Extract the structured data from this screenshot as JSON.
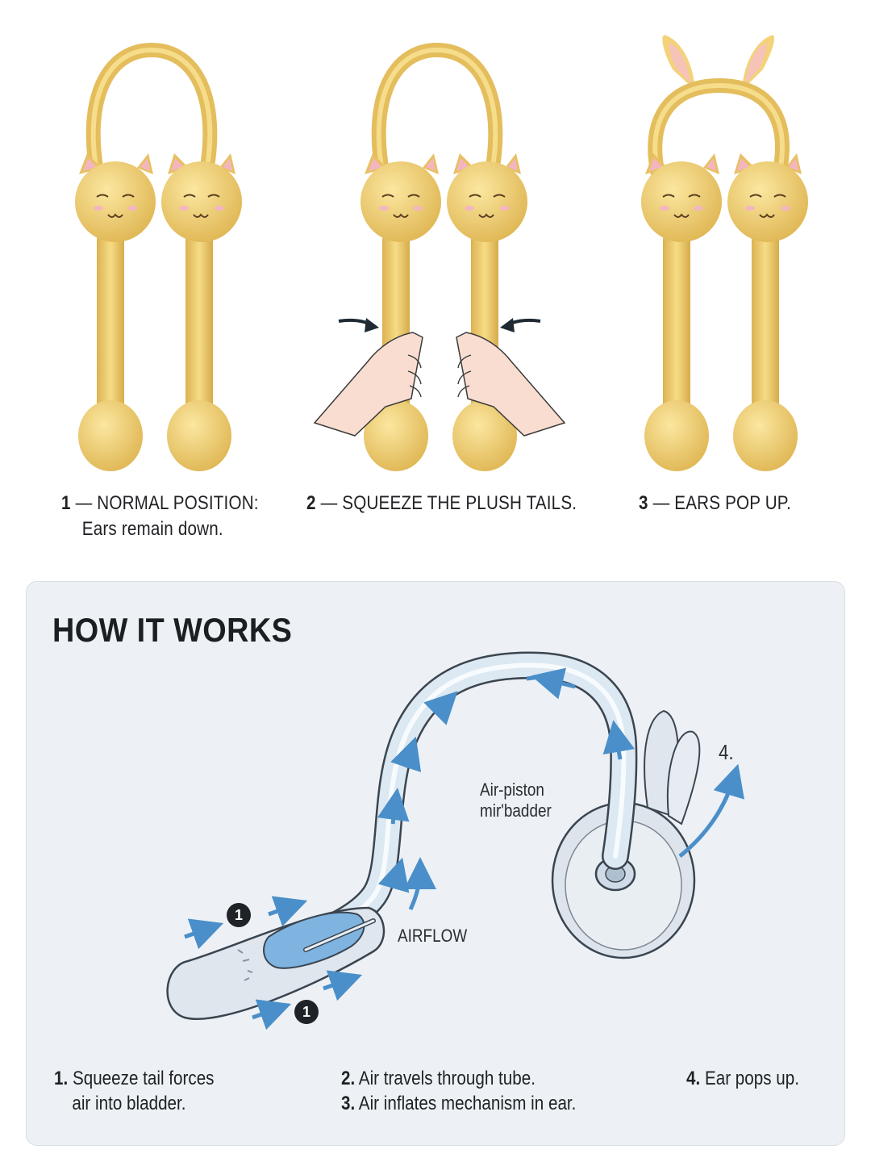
{
  "steps": [
    {
      "num": "1",
      "title": "— NORMAL POSITION:",
      "sub": "Ears remain down."
    },
    {
      "num": "2",
      "title": "— SQUEEZE THE PLUSH TAILS.",
      "sub": ""
    },
    {
      "num": "3",
      "title": "— EARS POP UP.",
      "sub": ""
    }
  ],
  "how": {
    "title": "HOW IT WORKS",
    "labels": {
      "piston_line1": "Air-piston",
      "piston_line2": "mir'badder",
      "airflow": "AIRFLOW",
      "step4_marker": "4.",
      "badge": "1"
    },
    "captions": [
      {
        "num": "1.",
        "line1": "Squeeze tail forces",
        "line2": "air into bladder."
      },
      {
        "num": "2.",
        "line1": "Air travels through tube.",
        "num2": "3.",
        "line2": "Air inflates mechanism in ear."
      },
      {
        "num": "4.",
        "line1": "Ear pops up."
      }
    ]
  },
  "colors": {
    "plush": "#f2d57a",
    "plush_shadow": "#d9b04c",
    "ear_pink": "#f3b6c0",
    "arrow_blue": "#4a8fc9",
    "tube_blue": "#bcd6ea",
    "bladder_blue": "#7fb4e0",
    "panel_bg": "#edf1f5"
  }
}
